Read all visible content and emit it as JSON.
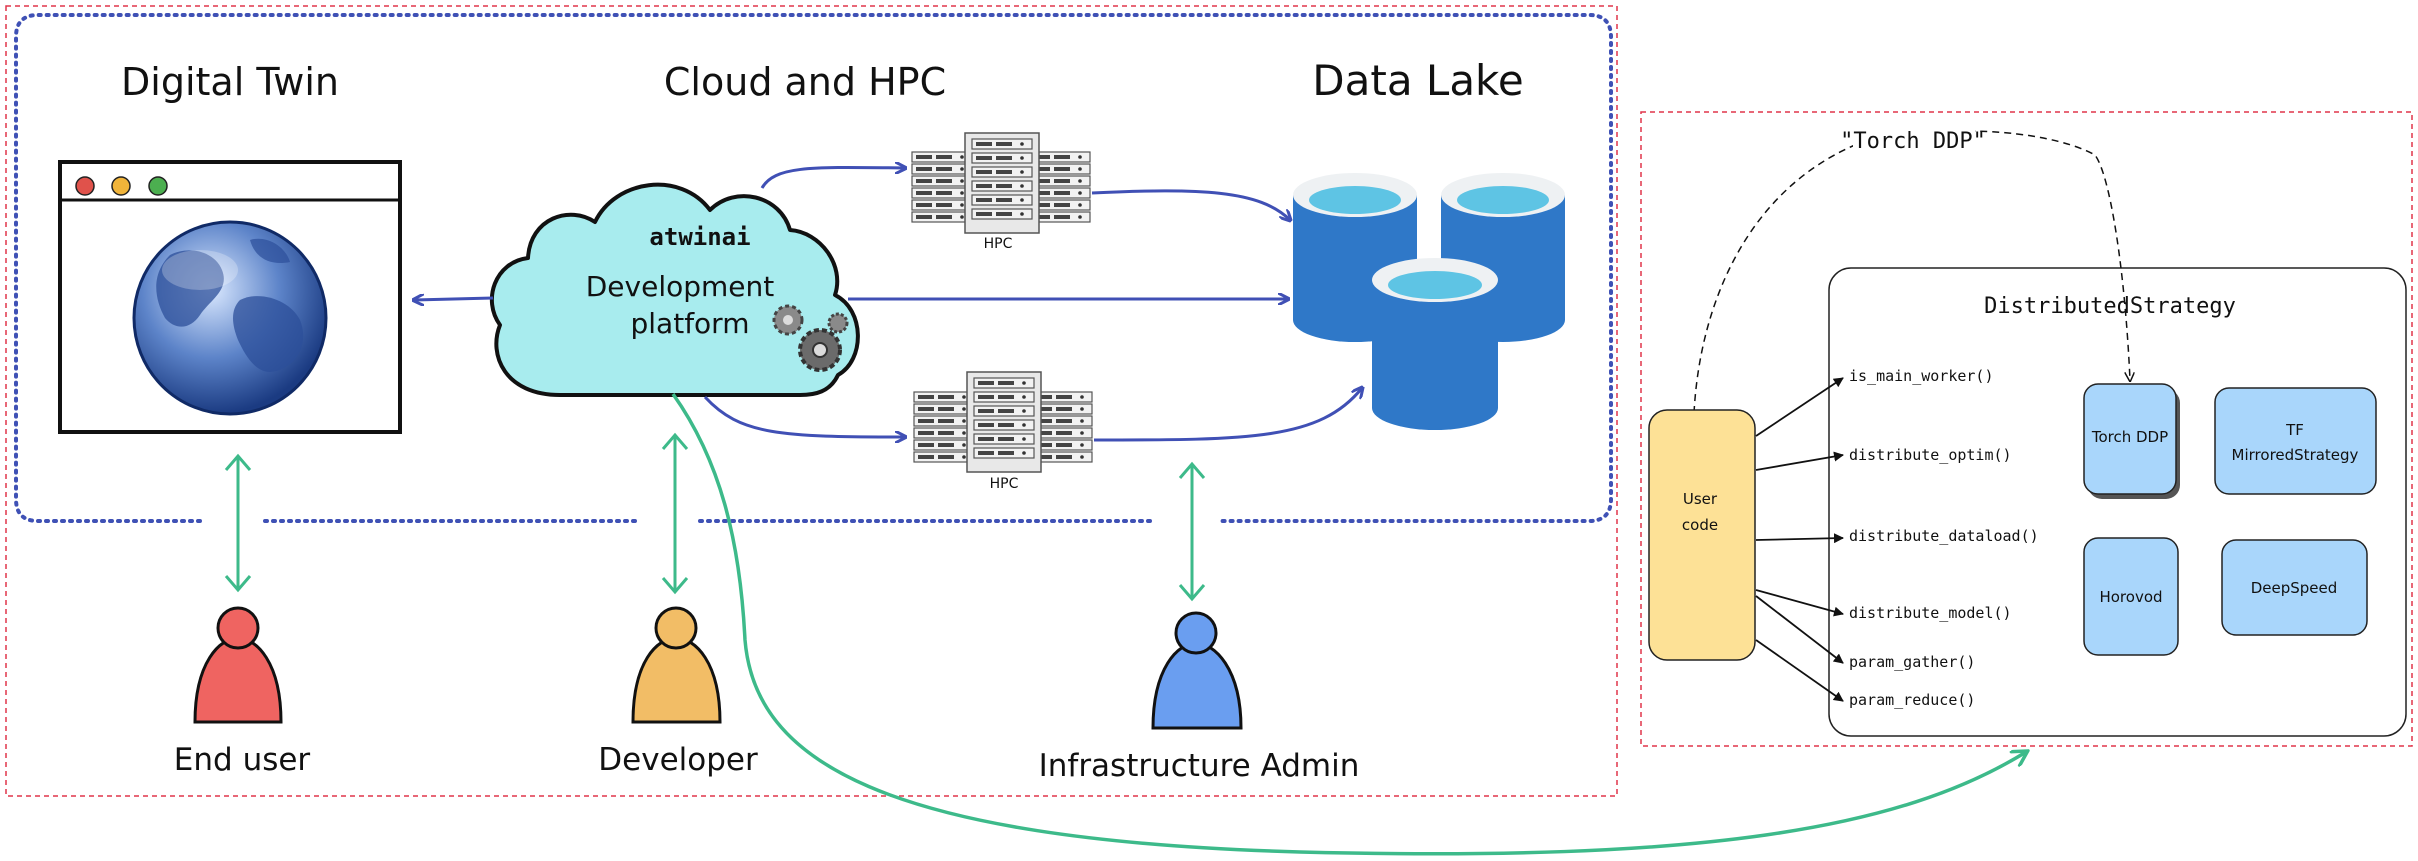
{
  "left_panel": {
    "sections": {
      "digital_twin": "Digital Twin",
      "cloud_hpc": "Cloud and HPC",
      "data_lake": "Data Lake"
    },
    "cloud": {
      "name": "atwinai",
      "line1": "Development",
      "line2": "platform"
    },
    "hpc_top_label": "HPC",
    "hpc_bottom_label": "HPC",
    "actors": {
      "end_user": "End user",
      "developer": "Developer",
      "infra_admin": "Infrastructure Admin"
    },
    "colors": {
      "frame_red": "#e0354a",
      "dotted_blue": "#3f51b5",
      "arrow_blue": "#4050b5",
      "arrow_green": "#3dba8a",
      "cloud_fill": "#a8ecee",
      "db_blue": "#2f78c8",
      "end_user": "#ef6461",
      "developer": "#f2bd66",
      "infra_admin": "#6a9ef0"
    }
  },
  "right_panel": {
    "torch_label": "\"Torch DDP\"",
    "strategy_title": "DistributedStrategy",
    "user_code_line1": "User",
    "user_code_line2": "code",
    "methods": [
      "is_main_worker()",
      "distribute_optim()",
      "distribute_dataload()",
      "distribute_model()",
      "param_gather()",
      "param_reduce()"
    ],
    "backends": {
      "torch_ddp": "Torch DDP",
      "tf_line1": "TF",
      "tf_line2": "MirroredStrategy",
      "horovod": "Horovod",
      "deepspeed": "DeepSpeed"
    },
    "colors": {
      "user_code": "#fde196",
      "backend": "#a9d6fb"
    }
  }
}
